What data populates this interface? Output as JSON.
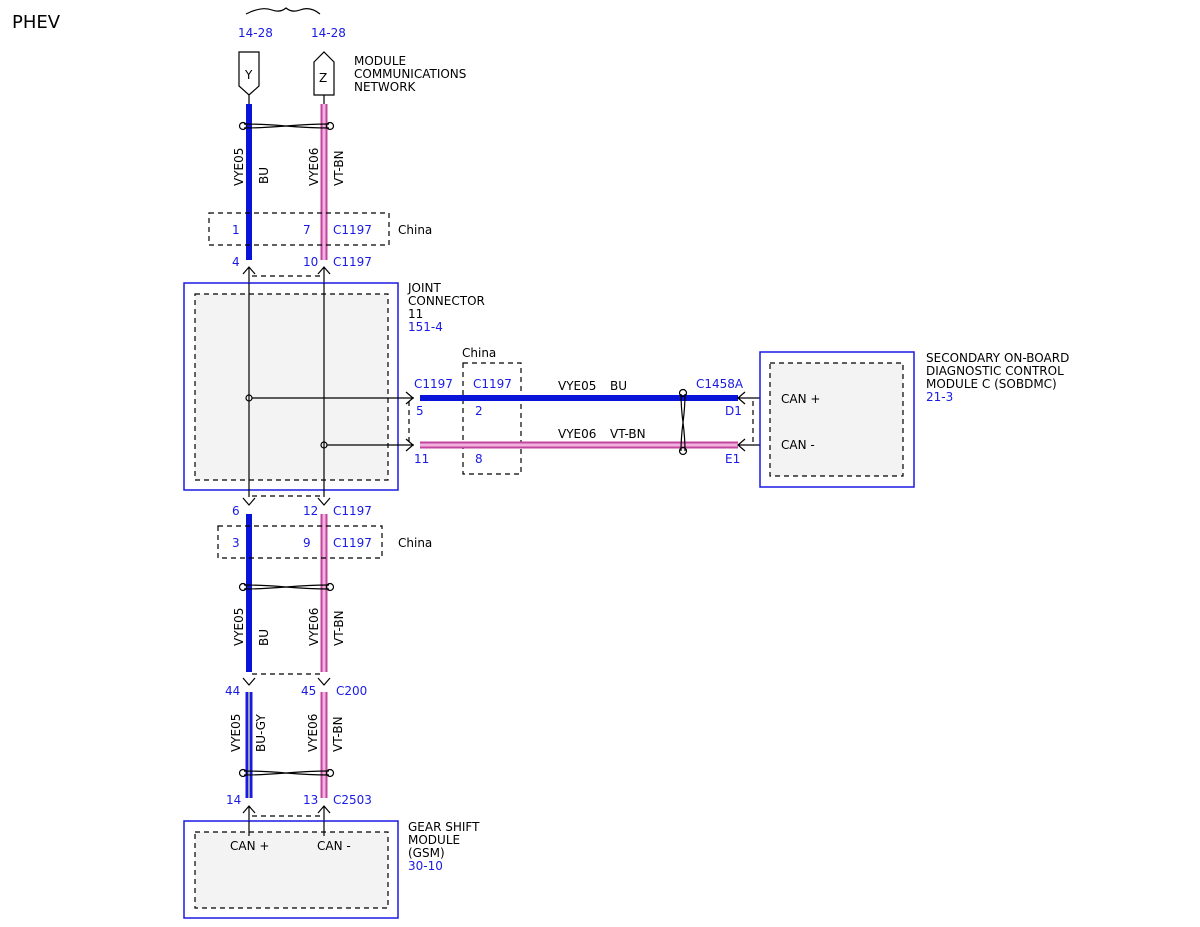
{
  "page_title": "PHEV",
  "colors": {
    "blue": "#1a1ae6",
    "bu_wire": "#0a14d8",
    "vt_bn_wire": "#c2459e"
  },
  "top": {
    "left_ref": "14-28",
    "right_ref": "14-28",
    "left_letter": "Y",
    "right_letter": "Z",
    "network_label_1": "MODULE",
    "network_label_2": "COMMUNICATIONS",
    "network_label_3": "NETWORK"
  },
  "wires": {
    "vye05": "VYE05",
    "vye06": "VYE06",
    "bu": "BU",
    "vt_bn": "VT-BN",
    "bu_gy": "BU-GY"
  },
  "connectors": {
    "c1197": "C1197",
    "c1458a": "C1458A",
    "c200": "C200",
    "c2503": "C2503",
    "china": "China"
  },
  "pins": {
    "top_china_left": "1",
    "top_china_right": "7",
    "top_c1197_left": "4",
    "top_c1197_right": "10",
    "mid_c1197_upper": "5",
    "mid_c1197_lower": "11",
    "mid_china_upper": "2",
    "mid_china_lower": "8",
    "c1458a_upper": "D1",
    "c1458a_lower": "E1",
    "bottom_c1197_left": "6",
    "bottom_c1197_right": "12",
    "bottom_china_left": "3",
    "bottom_china_right": "9",
    "c200_left": "44",
    "c200_right": "45",
    "c2503_left": "14",
    "c2503_right": "13"
  },
  "joint_connector": {
    "line1": "JOINT",
    "line2": "CONNECTOR",
    "line3": "11",
    "ref": "151-4"
  },
  "sobdmc": {
    "line1": "SECONDARY ON-BOARD",
    "line2": "DIAGNOSTIC CONTROL",
    "line3": "MODULE C (SOBDMC)",
    "ref": "21-3",
    "can_plus": "CAN +",
    "can_minus": "CAN -"
  },
  "gsm": {
    "line1": "GEAR SHIFT",
    "line2": "MODULE",
    "line3": "(GSM)",
    "ref": "30-10",
    "can_plus": "CAN +",
    "can_minus": "CAN -"
  }
}
